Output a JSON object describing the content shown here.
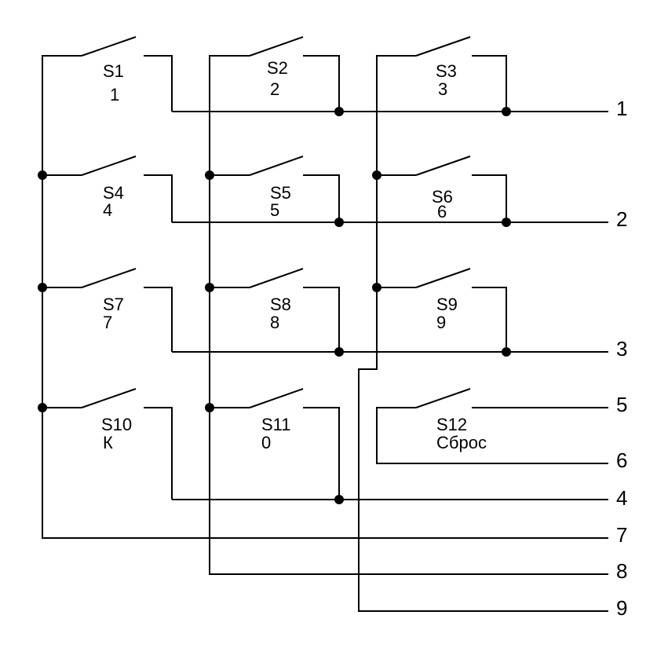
{
  "diagram": {
    "switches": [
      {
        "id": "S1",
        "caption": "1"
      },
      {
        "id": "S2",
        "caption": "2"
      },
      {
        "id": "S3",
        "caption": "3"
      },
      {
        "id": "S4",
        "caption": "4"
      },
      {
        "id": "S5",
        "caption": "5"
      },
      {
        "id": "S6",
        "caption": "6"
      },
      {
        "id": "S7",
        "caption": "7"
      },
      {
        "id": "S8",
        "caption": "8"
      },
      {
        "id": "S9",
        "caption": "9"
      },
      {
        "id": "S10",
        "caption": "К"
      },
      {
        "id": "S11",
        "caption": "0"
      },
      {
        "id": "S12",
        "caption": "Сброс"
      }
    ],
    "pins": [
      "1",
      "2",
      "3",
      "5",
      "6",
      "4",
      "7",
      "8",
      "9"
    ]
  }
}
